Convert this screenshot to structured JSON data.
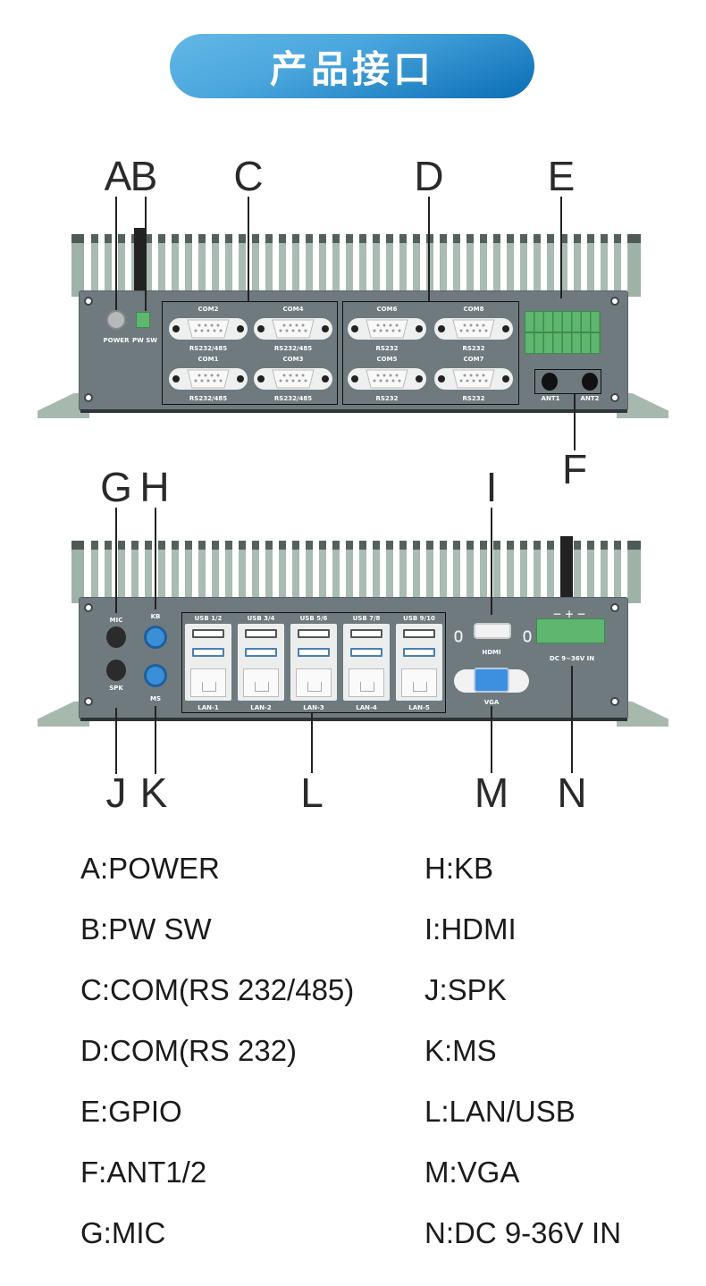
{
  "header": {
    "title": "产品接口"
  },
  "colors": {
    "pill_start": "#63b8e6",
    "pill_end": "#0a6db5",
    "panel": "#6e7a7e",
    "terminal_green": "#5fb66f",
    "ps2_blue": "#3a8fd6"
  },
  "top_panel": {
    "callouts": [
      "A",
      "B",
      "C",
      "D",
      "E",
      "F"
    ],
    "power_label": "POWER",
    "pwsw_label": "PW SW",
    "com_ports": [
      {
        "name": "COM2",
        "type": "RS232/485"
      },
      {
        "name": "COM4",
        "type": "RS232/485"
      },
      {
        "name": "COM1",
        "type": "RS232/485"
      },
      {
        "name": "COM3",
        "type": "RS232/485"
      },
      {
        "name": "COM6",
        "type": "RS232"
      },
      {
        "name": "COM8",
        "type": "RS232"
      },
      {
        "name": "COM5",
        "type": "RS232"
      },
      {
        "name": "COM7",
        "type": "RS232"
      }
    ],
    "ant_labels": [
      "ANT1",
      "ANT2"
    ]
  },
  "bottom_panel": {
    "callouts_top": [
      "G",
      "H",
      "I"
    ],
    "callouts_bottom": [
      "J",
      "K",
      "L",
      "M",
      "N"
    ],
    "mic_label": "MIC",
    "spk_label": "SPK",
    "kb_label": "KB",
    "ms_label": "MS",
    "usb_labels": [
      "USB 1/2",
      "USB 3/4",
      "USB 5/6",
      "USB 7/8",
      "USB 9/10"
    ],
    "lan_labels": [
      "LAN-1",
      "LAN-2",
      "LAN-3",
      "LAN-4",
      "LAN-5"
    ],
    "hdmi_label": "HDMI",
    "vga_label": "VGA",
    "dc_polarity": "－ ＋ －",
    "dc_label": "DC 9~36V IN"
  },
  "legend": {
    "left": [
      "A:POWER",
      "B:PW SW",
      "C:COM(RS 232/485)",
      "D:COM(RS 232)",
      "E:GPIO",
      "F:ANT1/2",
      "G:MIC"
    ],
    "right": [
      "H:KB",
      "I:HDMI",
      "J:SPK",
      "K:MS",
      "L:LAN/USB",
      "M:VGA",
      "N:DC 9-36V IN"
    ]
  }
}
